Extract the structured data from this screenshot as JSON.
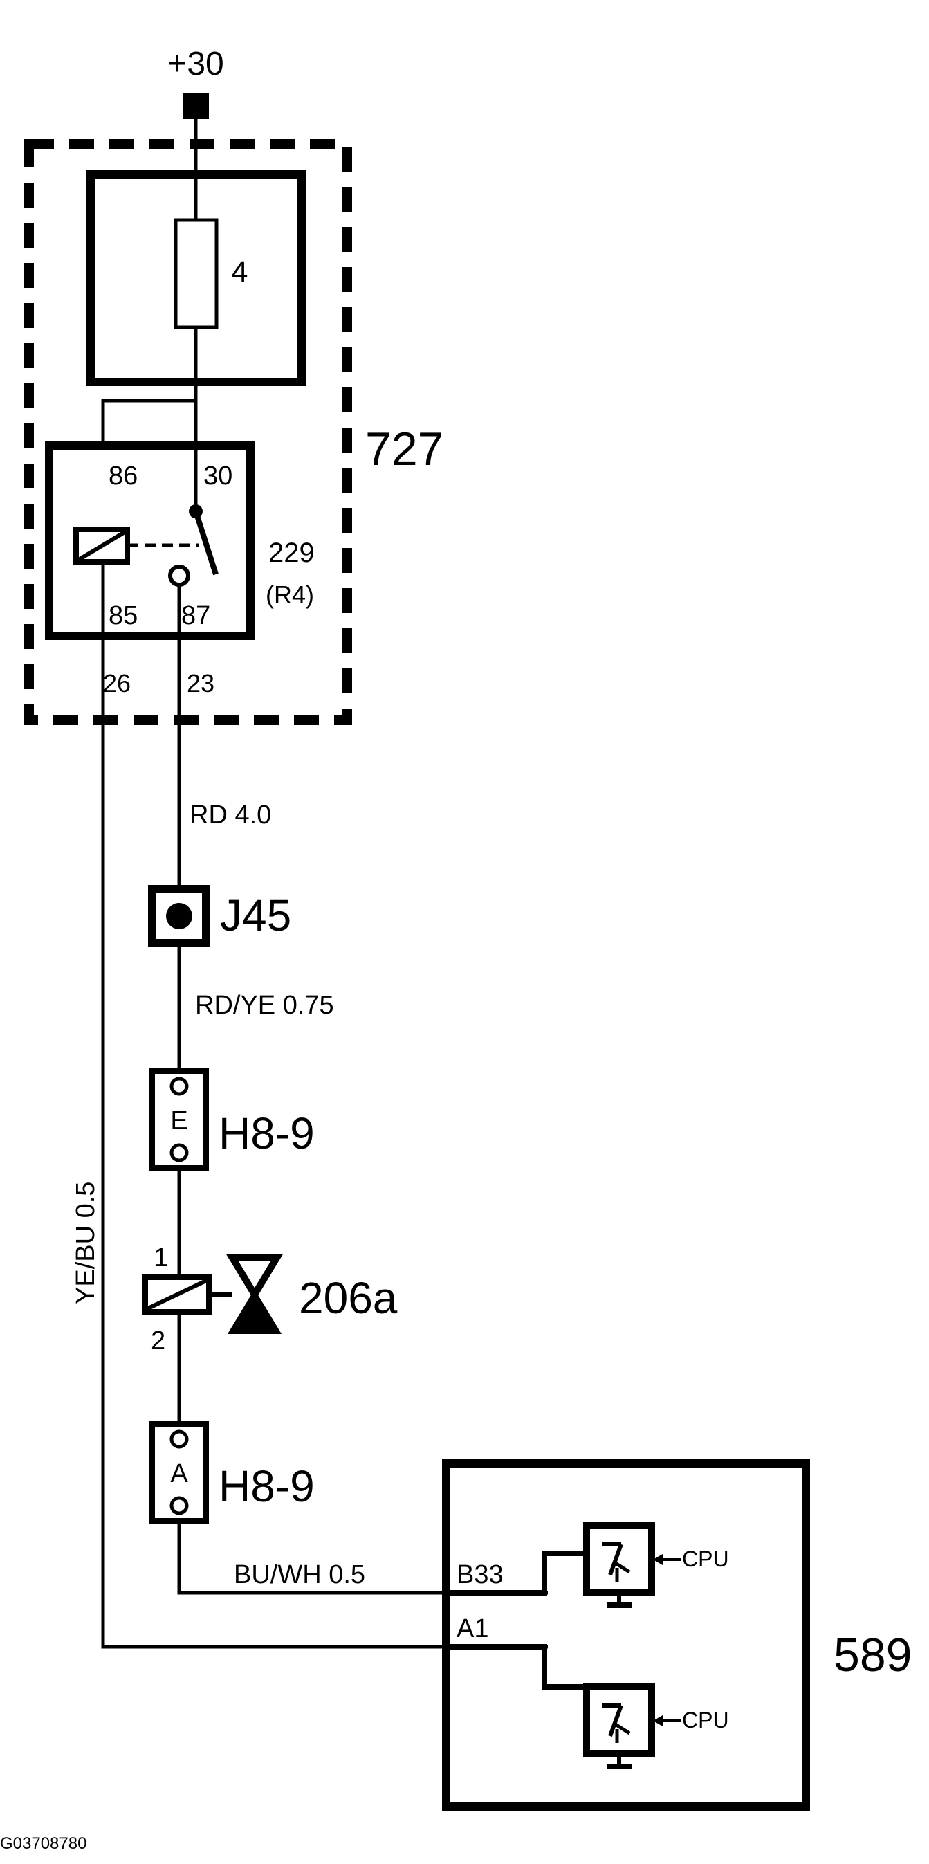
{
  "labels": {
    "supply": "+30",
    "fuse_number": "4",
    "relay_box": "727",
    "relay_pin_86": "86",
    "relay_pin_30": "30",
    "relay_pin_85": "85",
    "relay_pin_87": "87",
    "relay_number": "229",
    "relay_subref": "(R4)",
    "box_pin_26": "26",
    "box_pin_23": "23",
    "wire_rd": "RD  4.0",
    "junction": "J45",
    "wire_rdye": "RD/YE  0.75",
    "connector_top": "H8-9",
    "connector_top_pin": "E",
    "valve_pin_1": "1",
    "valve_pin_2": "2",
    "valve": "206a",
    "connector_bottom": "H8-9",
    "connector_bottom_pin": "A",
    "wire_yebu": "YE/BU  0.5",
    "wire_buwh": "BU/WH 0.5",
    "ecu_pin_b33": "B33",
    "ecu_pin_a1": "A1",
    "cpu_top": "CPU",
    "cpu_bottom": "CPU",
    "ecu": "589",
    "figure_code": "G03708780"
  },
  "colors": {
    "ink": "#000000",
    "paper": "#ffffff"
  }
}
